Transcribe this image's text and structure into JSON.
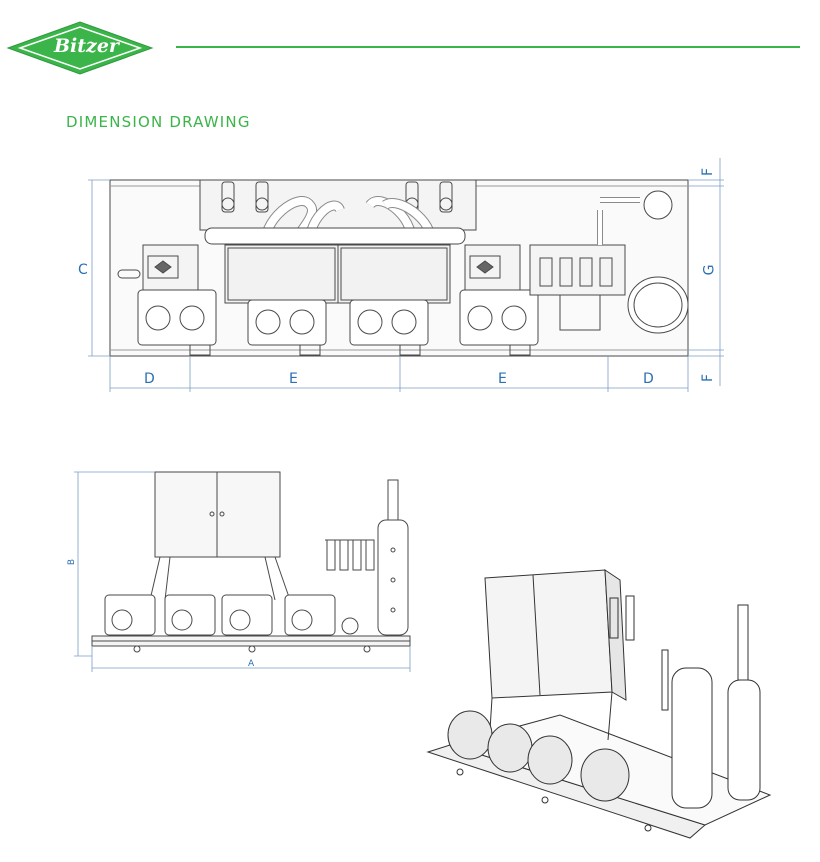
{
  "brand": {
    "logo_text": "Bitzer",
    "logo_color": "#3bb54a",
    "rule_color": "#3bb54a"
  },
  "page": {
    "title": "DIMENSION DRAWING"
  },
  "top_view": {
    "dimensions": {
      "left_height": "C",
      "right_upper": "F",
      "right_middle": "G",
      "right_lower": "F",
      "bottom": [
        "D",
        "E",
        "E",
        "D"
      ]
    }
  },
  "front_view": {
    "dimensions": {
      "height": "B",
      "width": "A"
    }
  },
  "colors": {
    "dimension": "#2b6fb4",
    "line": "#333333",
    "accent": "#3bb54a"
  }
}
